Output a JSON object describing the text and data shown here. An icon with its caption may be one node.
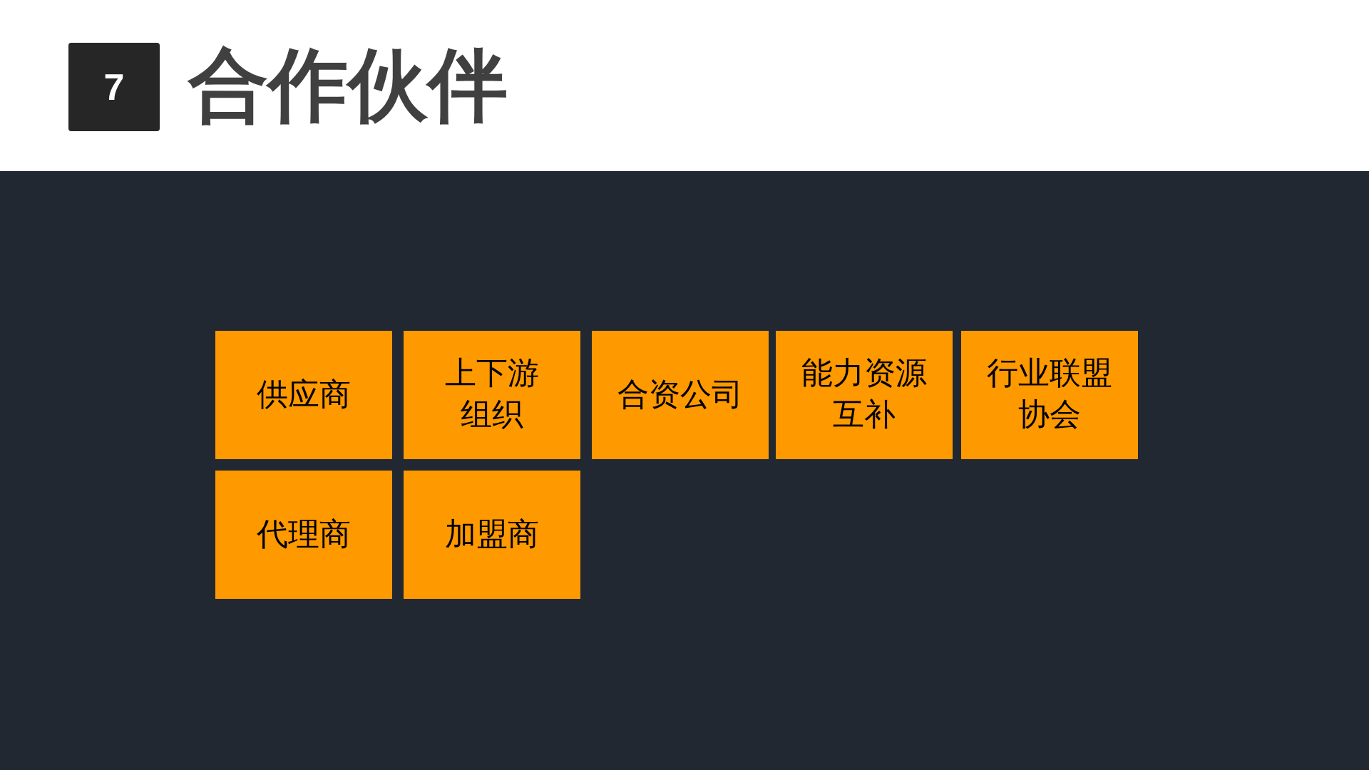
{
  "diagram": {
    "title": "合作伙伴",
    "nodes": [
      {
        "text": [
          "7"
        ]
      },
      {
        "text": [
          "供应商"
        ]
      },
      {
        "text": [
          "上下游组织"
        ]
      },
      {
        "text": [
          "合资公司"
        ]
      },
      {
        "text": [
          "能力资源互补"
        ]
      },
      {
        "text": [
          "行业联盟协会"
        ]
      },
      {
        "text": [
          "代理商"
        ]
      },
      {
        "text": [
          "加盟商"
        ]
      }
    ]
  }
}
